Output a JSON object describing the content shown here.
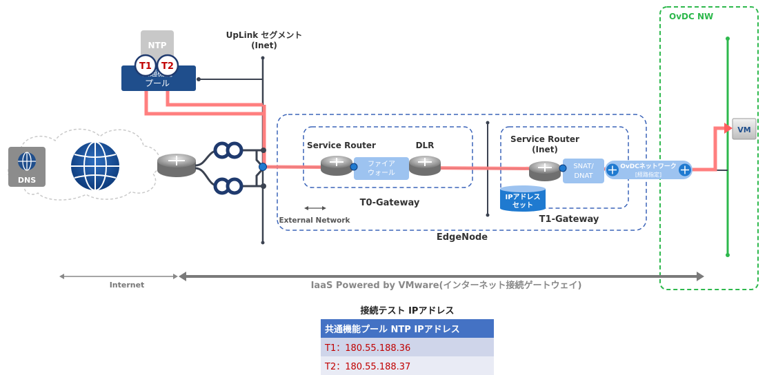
{
  "labels": {
    "ovdc_nw": "OvDC NW",
    "uplink_line1": "UpLink セグメント",
    "uplink_line2": "(Inet)",
    "ntp": "NTP",
    "pool_line1": "共通機能",
    "pool_line2": "プール",
    "badge_t1": "T1",
    "badge_t2": "T2",
    "dns": "DNS",
    "service_router_t0": "Service Router",
    "dlr": "DLR",
    "firewall_line1": "ファイア",
    "firewall_line2": "ウォール",
    "t0_gateway": "T0-Gateway",
    "service_router_t1_line1": "Service Router",
    "service_router_t1_line2": "(Inet)",
    "snat_line1": "SNAT/",
    "snat_line2": "DNAT",
    "ovdc_network_line1": "OvDCネットワーク",
    "ovdc_network_line2": "[経路指定]",
    "ip_set_line1": "IPアドレス",
    "ip_set_line2": "セット",
    "t1_gateway": "T1-Gateway",
    "external_network": "External Network",
    "edge_node": "EdgeNode",
    "vm": "VM",
    "internet": "Internet",
    "iaas": "IaaS Powered by VMware(インターネット接続ゲートウェイ)"
  },
  "table": {
    "title": "接続テスト IPアドレス",
    "header": "共通機能プール NTP IPアドレス",
    "rows": [
      "T1：180.55.188.36",
      "T2：180.55.188.37"
    ]
  },
  "colors": {
    "traffic": "#ff7f7f",
    "dashed_border": "#3a63b8",
    "ovdc_border": "#2db84c",
    "pool_box": "#1f4e8c",
    "component": "#9dc3f0",
    "table_header": "#4472c4",
    "table_text": "#c00000"
  },
  "icons": [
    "globe-icon",
    "router-icon",
    "cloud-icon",
    "switch-icon"
  ]
}
